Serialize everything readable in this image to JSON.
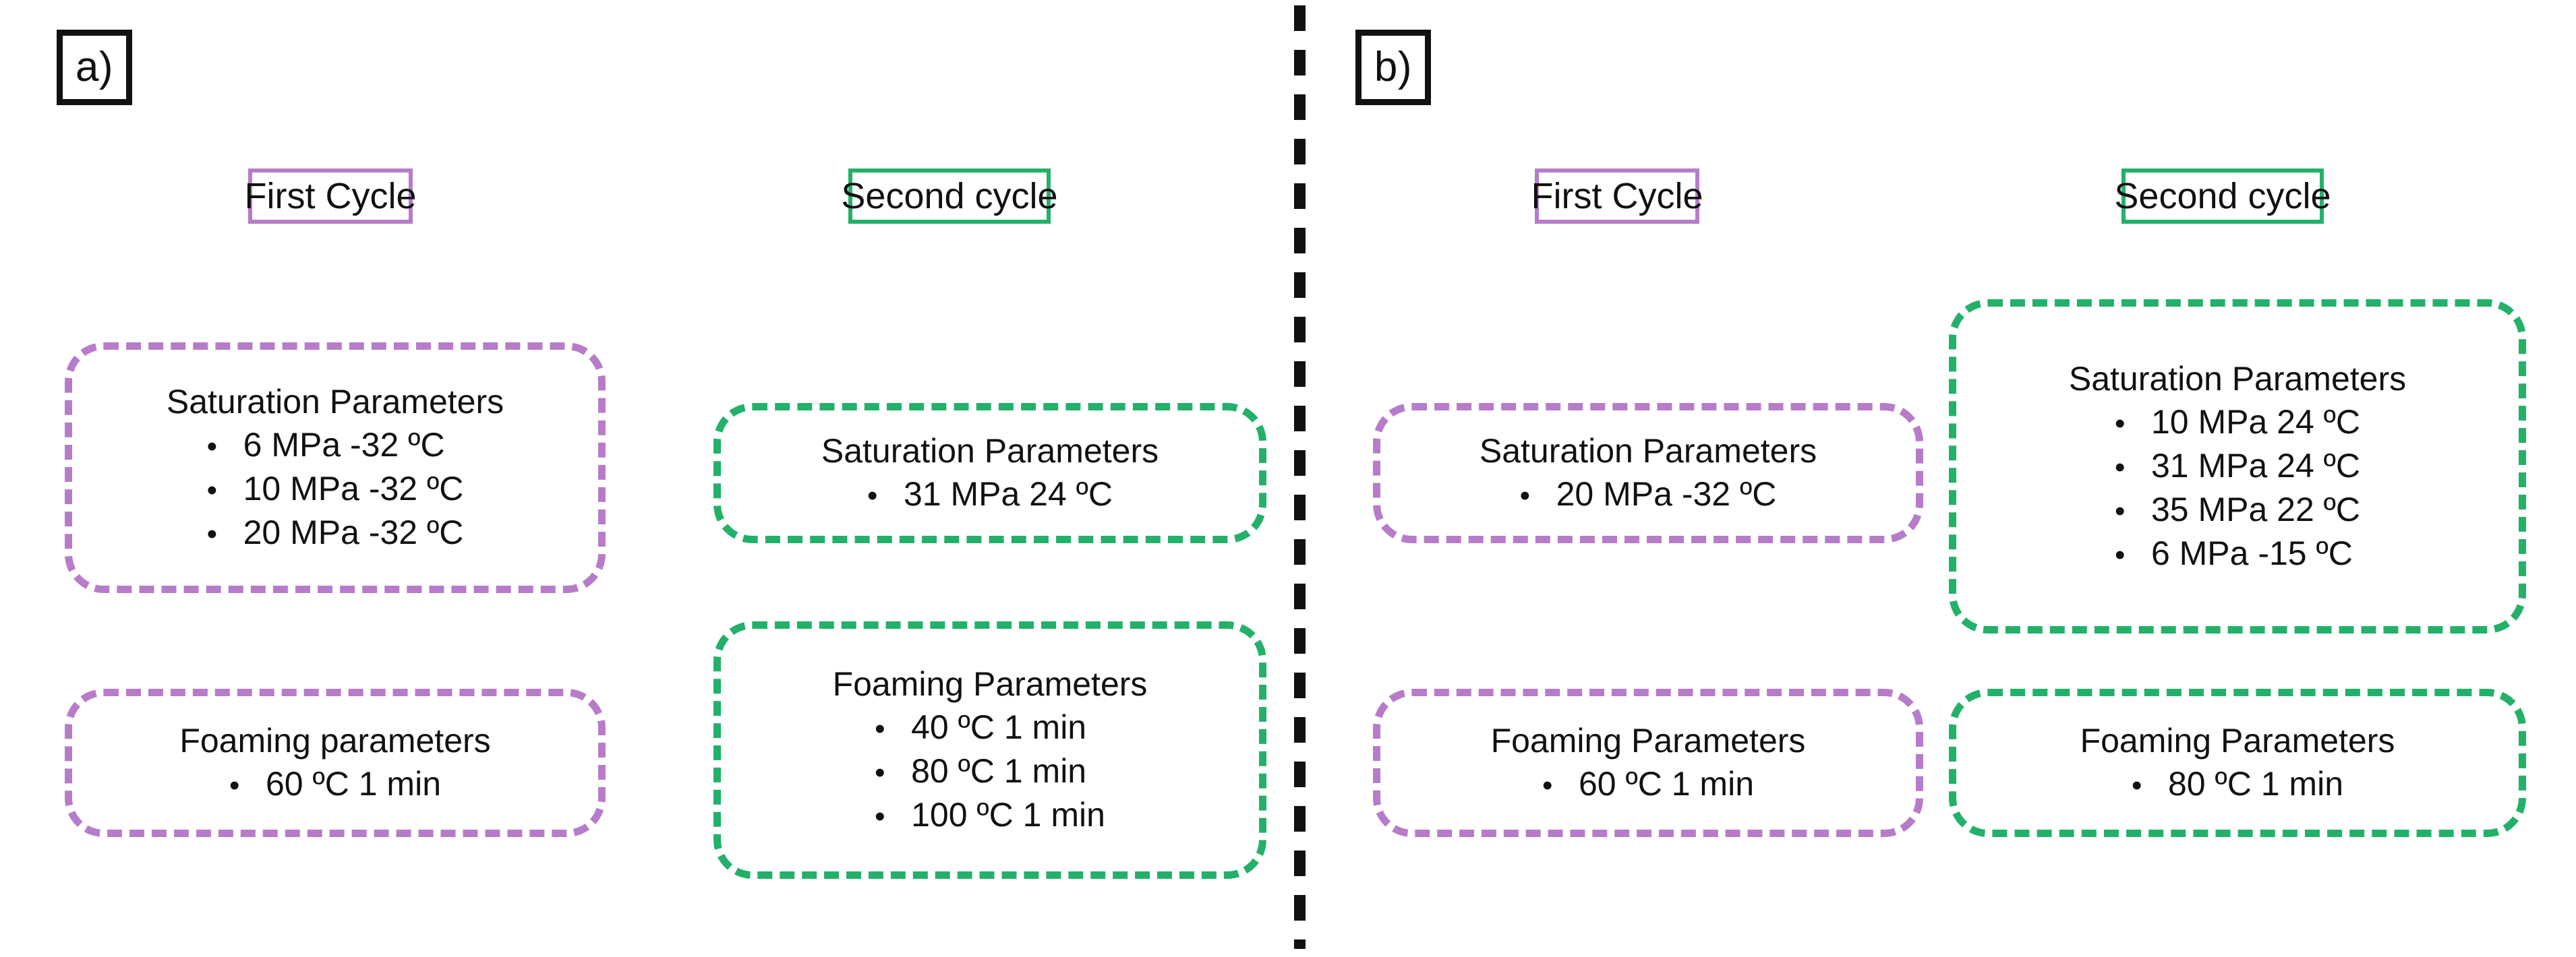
{
  "figure": {
    "panels": [
      {
        "tag": "a)",
        "columns": [
          {
            "header": "First Cycle",
            "accent": "#b77cc9",
            "cards": [
              {
                "title": "Saturation Parameters",
                "bullet": "•",
                "items": [
                  "6 MPa -32 ºC",
                  "10 MPa -32 ºC",
                  "20 MPa -32 ºC"
                ]
              },
              {
                "title": "Foaming parameters",
                "bullet": "•",
                "items": [
                  "60 ºC 1 min"
                ]
              }
            ]
          },
          {
            "header": "Second cycle",
            "accent": "#23b16a",
            "cards": [
              {
                "title": "Saturation Parameters",
                "bullet": "•",
                "items": [
                  "31 MPa 24 ºC"
                ]
              },
              {
                "title": "Foaming Parameters",
                "bullet": "•",
                "items": [
                  "40 ºC 1 min",
                  "80 ºC 1 min",
                  "100 ºC 1 min"
                ]
              }
            ]
          }
        ]
      },
      {
        "tag": "b)",
        "columns": [
          {
            "header": "First Cycle",
            "accent": "#b77cc9",
            "cards": [
              {
                "title": "Saturation Parameters",
                "bullet": "•",
                "items": [
                  "20 MPa -32 ºC"
                ]
              },
              {
                "title": "Foaming Parameters",
                "bullet": "•",
                "items": [
                  "60 ºC 1 min"
                ]
              }
            ]
          },
          {
            "header": "Second cycle",
            "accent": "#23b16a",
            "cards": [
              {
                "title": "Saturation Parameters",
                "bullet": "•",
                "items": [
                  "10 MPa 24 ºC",
                  "31 MPa 24 ºC",
                  "35 MPa 22 ºC",
                  "6 MPa -15 ºC"
                ]
              },
              {
                "title": "Foaming Parameters",
                "bullet": "•",
                "items": [
                  "80 ºC 1 min"
                ]
              }
            ]
          }
        ]
      }
    ],
    "colors": {
      "first_cycle_purple": "#b77cc9",
      "second_cycle_green": "#23b16a",
      "outline_black": "#111111",
      "background_white": "#ffffff"
    }
  }
}
